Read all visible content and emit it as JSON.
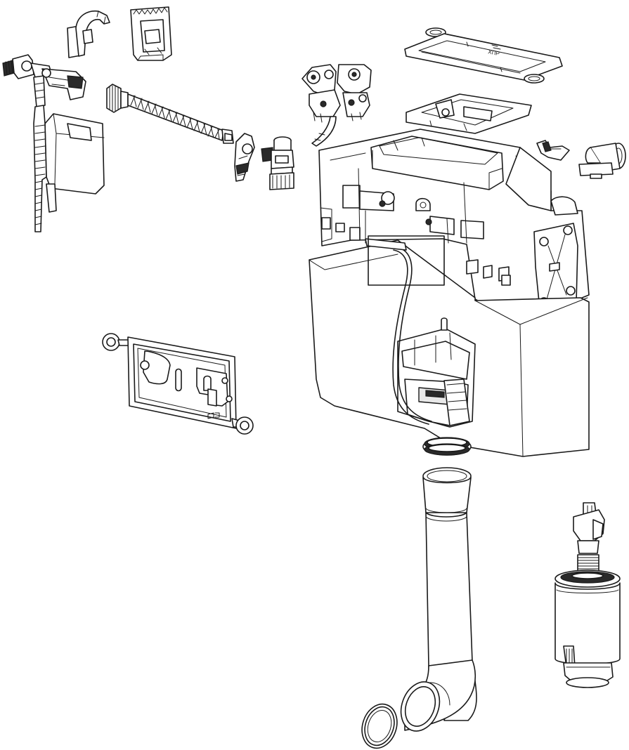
{
  "diagram": {
    "background": "#ffffff",
    "line_color": "#1a1a1a",
    "parts": [
      "inlet-valve-clip",
      "inlet-valve-bracket",
      "fill-valve",
      "braided-hose",
      "hose-connector",
      "angle-stop-valve",
      "mounting-plate",
      "flush-valve-mechanism",
      "inspection-frame",
      "frame-clip",
      "overflow-elbow",
      "frame-gasket",
      "cistern-tank",
      "o-ring",
      "flush-pipe",
      "pipe-seal-ring",
      "flush-valve"
    ]
  }
}
